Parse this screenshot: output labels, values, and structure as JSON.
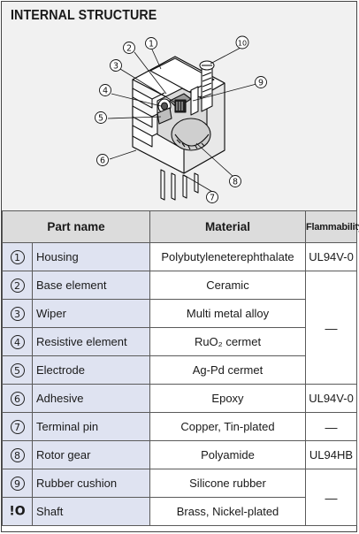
{
  "figure": {
    "title": "INTERNAL STRUCTURE",
    "callouts": [
      "1",
      "2",
      "3",
      "4",
      "5",
      "6",
      "7",
      "8",
      "9",
      "10"
    ]
  },
  "table": {
    "headers": {
      "part": "Part name",
      "material": "Material",
      "flammability": "Flammability"
    },
    "rows": [
      {
        "num": "1",
        "name": "Housing",
        "material": "Polybutyleneterephthalate",
        "flammability": "UL94V-0"
      },
      {
        "num": "2",
        "name": "Base element",
        "material": "Ceramic",
        "flammability": "—"
      },
      {
        "num": "3",
        "name": "Wiper",
        "material": "Multi metal alloy",
        "flammability": ""
      },
      {
        "num": "4",
        "name": "Resistive element",
        "material": "RuO₂ cermet",
        "flammability": ""
      },
      {
        "num": "5",
        "name": "Electrode",
        "material": "Ag-Pd cermet",
        "flammability": ""
      },
      {
        "num": "6",
        "name": "Adhesive",
        "material": "Epoxy",
        "flammability": "UL94V-0"
      },
      {
        "num": "7",
        "name": "Terminal pin",
        "material": "Copper, Tin-plated",
        "flammability": "—"
      },
      {
        "num": "8",
        "name": "Rotor gear",
        "material": "Polyamide",
        "flammability": "UL94HB"
      },
      {
        "num": "9",
        "name": "Rubber cushion",
        "material": "Silicone rubber",
        "flammability": "—"
      },
      {
        "num": "!O",
        "name": "Shaft",
        "material": "Brass, Nickel-plated",
        "flammability": ""
      }
    ]
  }
}
